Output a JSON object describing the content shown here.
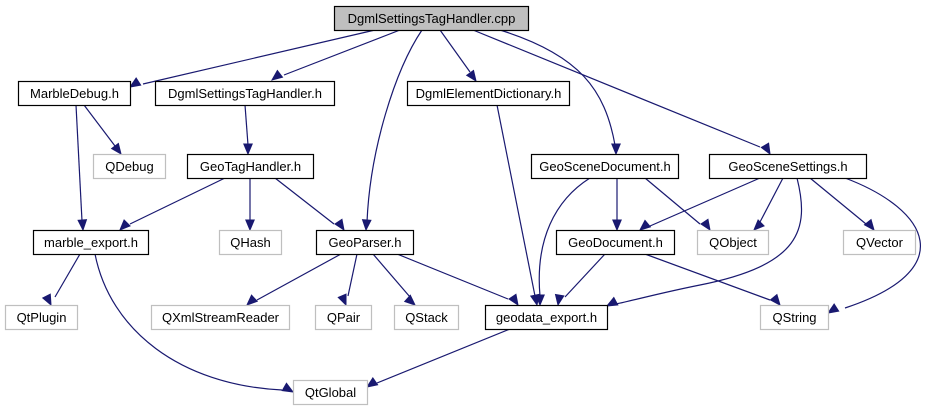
{
  "diagram": {
    "type": "include-dependency-graph",
    "root": "DgmlSettingsTagHandler.cpp",
    "nodes": [
      {
        "id": "cpp",
        "label": "DgmlSettingsTagHandler.cpp",
        "kind": "root"
      },
      {
        "id": "marbledebug",
        "label": "MarbleDebug.h",
        "kind": "documented"
      },
      {
        "id": "dgmlsettingstaghandler_h",
        "label": "DgmlSettingsTagHandler.h",
        "kind": "documented"
      },
      {
        "id": "dgmlelementdictionary",
        "label": "DgmlElementDictionary.h",
        "kind": "documented"
      },
      {
        "id": "qdebug",
        "label": "QDebug",
        "kind": "external"
      },
      {
        "id": "geotaghandler",
        "label": "GeoTagHandler.h",
        "kind": "documented"
      },
      {
        "id": "geoscenedocument",
        "label": "GeoSceneDocument.h",
        "kind": "documented"
      },
      {
        "id": "geoscenesettings",
        "label": "GeoSceneSettings.h",
        "kind": "documented"
      },
      {
        "id": "marble_export",
        "label": "marble_export.h",
        "kind": "documented"
      },
      {
        "id": "qhash",
        "label": "QHash",
        "kind": "external"
      },
      {
        "id": "geoparser",
        "label": "GeoParser.h",
        "kind": "documented"
      },
      {
        "id": "geodocument",
        "label": "GeoDocument.h",
        "kind": "documented"
      },
      {
        "id": "qobject",
        "label": "QObject",
        "kind": "external"
      },
      {
        "id": "qvector",
        "label": "QVector",
        "kind": "external"
      },
      {
        "id": "qtplugin",
        "label": "QtPlugin",
        "kind": "external"
      },
      {
        "id": "qxmlstreamreader",
        "label": "QXmlStreamReader",
        "kind": "external"
      },
      {
        "id": "qpair",
        "label": "QPair",
        "kind": "external"
      },
      {
        "id": "qstack",
        "label": "QStack",
        "kind": "external"
      },
      {
        "id": "geodata_export",
        "label": "geodata_export.h",
        "kind": "documented"
      },
      {
        "id": "qstring",
        "label": "QString",
        "kind": "external"
      },
      {
        "id": "qtglobal",
        "label": "QtGlobal",
        "kind": "external"
      }
    ],
    "edges": [
      {
        "from": "cpp",
        "to": "marbledebug"
      },
      {
        "from": "cpp",
        "to": "dgmlsettingstaghandler_h"
      },
      {
        "from": "cpp",
        "to": "geoparser"
      },
      {
        "from": "cpp",
        "to": "dgmlelementdictionary"
      },
      {
        "from": "cpp",
        "to": "geoscenedocument"
      },
      {
        "from": "cpp",
        "to": "geoscenesettings"
      },
      {
        "from": "marbledebug",
        "to": "qdebug"
      },
      {
        "from": "marbledebug",
        "to": "marble_export"
      },
      {
        "from": "dgmlsettingstaghandler_h",
        "to": "geotaghandler"
      },
      {
        "from": "dgmlelementdictionary",
        "to": "geodata_export"
      },
      {
        "from": "geotaghandler",
        "to": "marble_export"
      },
      {
        "from": "geotaghandler",
        "to": "qhash"
      },
      {
        "from": "geotaghandler",
        "to": "geoparser"
      },
      {
        "from": "geoscenedocument",
        "to": "geodocument"
      },
      {
        "from": "geoscenedocument",
        "to": "qobject"
      },
      {
        "from": "geoscenedocument",
        "to": "geodata_export"
      },
      {
        "from": "geoscenesettings",
        "to": "geodocument"
      },
      {
        "from": "geoscenesettings",
        "to": "qobject"
      },
      {
        "from": "geoscenesettings",
        "to": "qvector"
      },
      {
        "from": "geoscenesettings",
        "to": "geodata_export"
      },
      {
        "from": "geoscenesettings",
        "to": "qstring"
      },
      {
        "from": "marble_export",
        "to": "qtplugin"
      },
      {
        "from": "marble_export",
        "to": "qtglobal"
      },
      {
        "from": "geoparser",
        "to": "qxmlstreamreader"
      },
      {
        "from": "geoparser",
        "to": "qpair"
      },
      {
        "from": "geoparser",
        "to": "qstack"
      },
      {
        "from": "geoparser",
        "to": "geodata_export"
      },
      {
        "from": "geodocument",
        "to": "geodata_export"
      },
      {
        "from": "geodocument",
        "to": "qstring"
      },
      {
        "from": "geodata_export",
        "to": "qtglobal"
      }
    ]
  },
  "colors": {
    "edge": "#191970",
    "root_fill": "#bfbfbf",
    "external_border": "#bfbfbf",
    "documented_border": "#000000"
  }
}
